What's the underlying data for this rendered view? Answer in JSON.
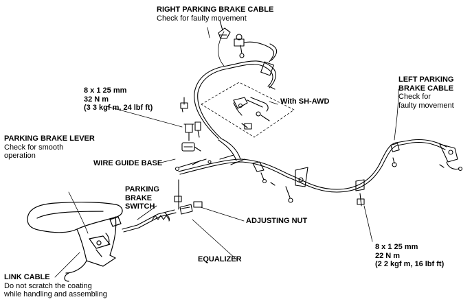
{
  "labels": {
    "right_cable": {
      "title": "RIGHT PARKING BRAKE CABLE",
      "note": "Check for faulty movement"
    },
    "torque_upper": {
      "line1": "8 x 1 25 mm",
      "line2": "32 N m",
      "line3": "(3 3 kgf m, 24 lbf ft)"
    },
    "sh_awd": "With SH-AWD",
    "left_cable": {
      "line1": "LEFT PARKING",
      "line2": "BRAKE CABLE",
      "note1": "Check for",
      "note2": "faulty movement"
    },
    "brake_lever": {
      "title": "PARKING BRAKE LEVER",
      "note1": "Check for smooth",
      "note2": "operation"
    },
    "wire_guide": "WIRE GUIDE BASE",
    "brake_switch": {
      "line1": "PARKING",
      "line2": "BRAKE",
      "line3": "SWITCH"
    },
    "adjusting_nut": "ADJUSTING NUT",
    "equalizer": "EQUALIZER",
    "link_cable": {
      "title": "LINK CABLE",
      "note1": "Do not scratch the coating",
      "note2": "while handling and assembling"
    },
    "torque_lower": {
      "line1": "8 x 1 25 mm",
      "line2": "22 N m",
      "line3": "(2 2 kgf m, 16 lbf ft)"
    }
  },
  "colors": {
    "line": "#000000",
    "background": "#ffffff"
  }
}
